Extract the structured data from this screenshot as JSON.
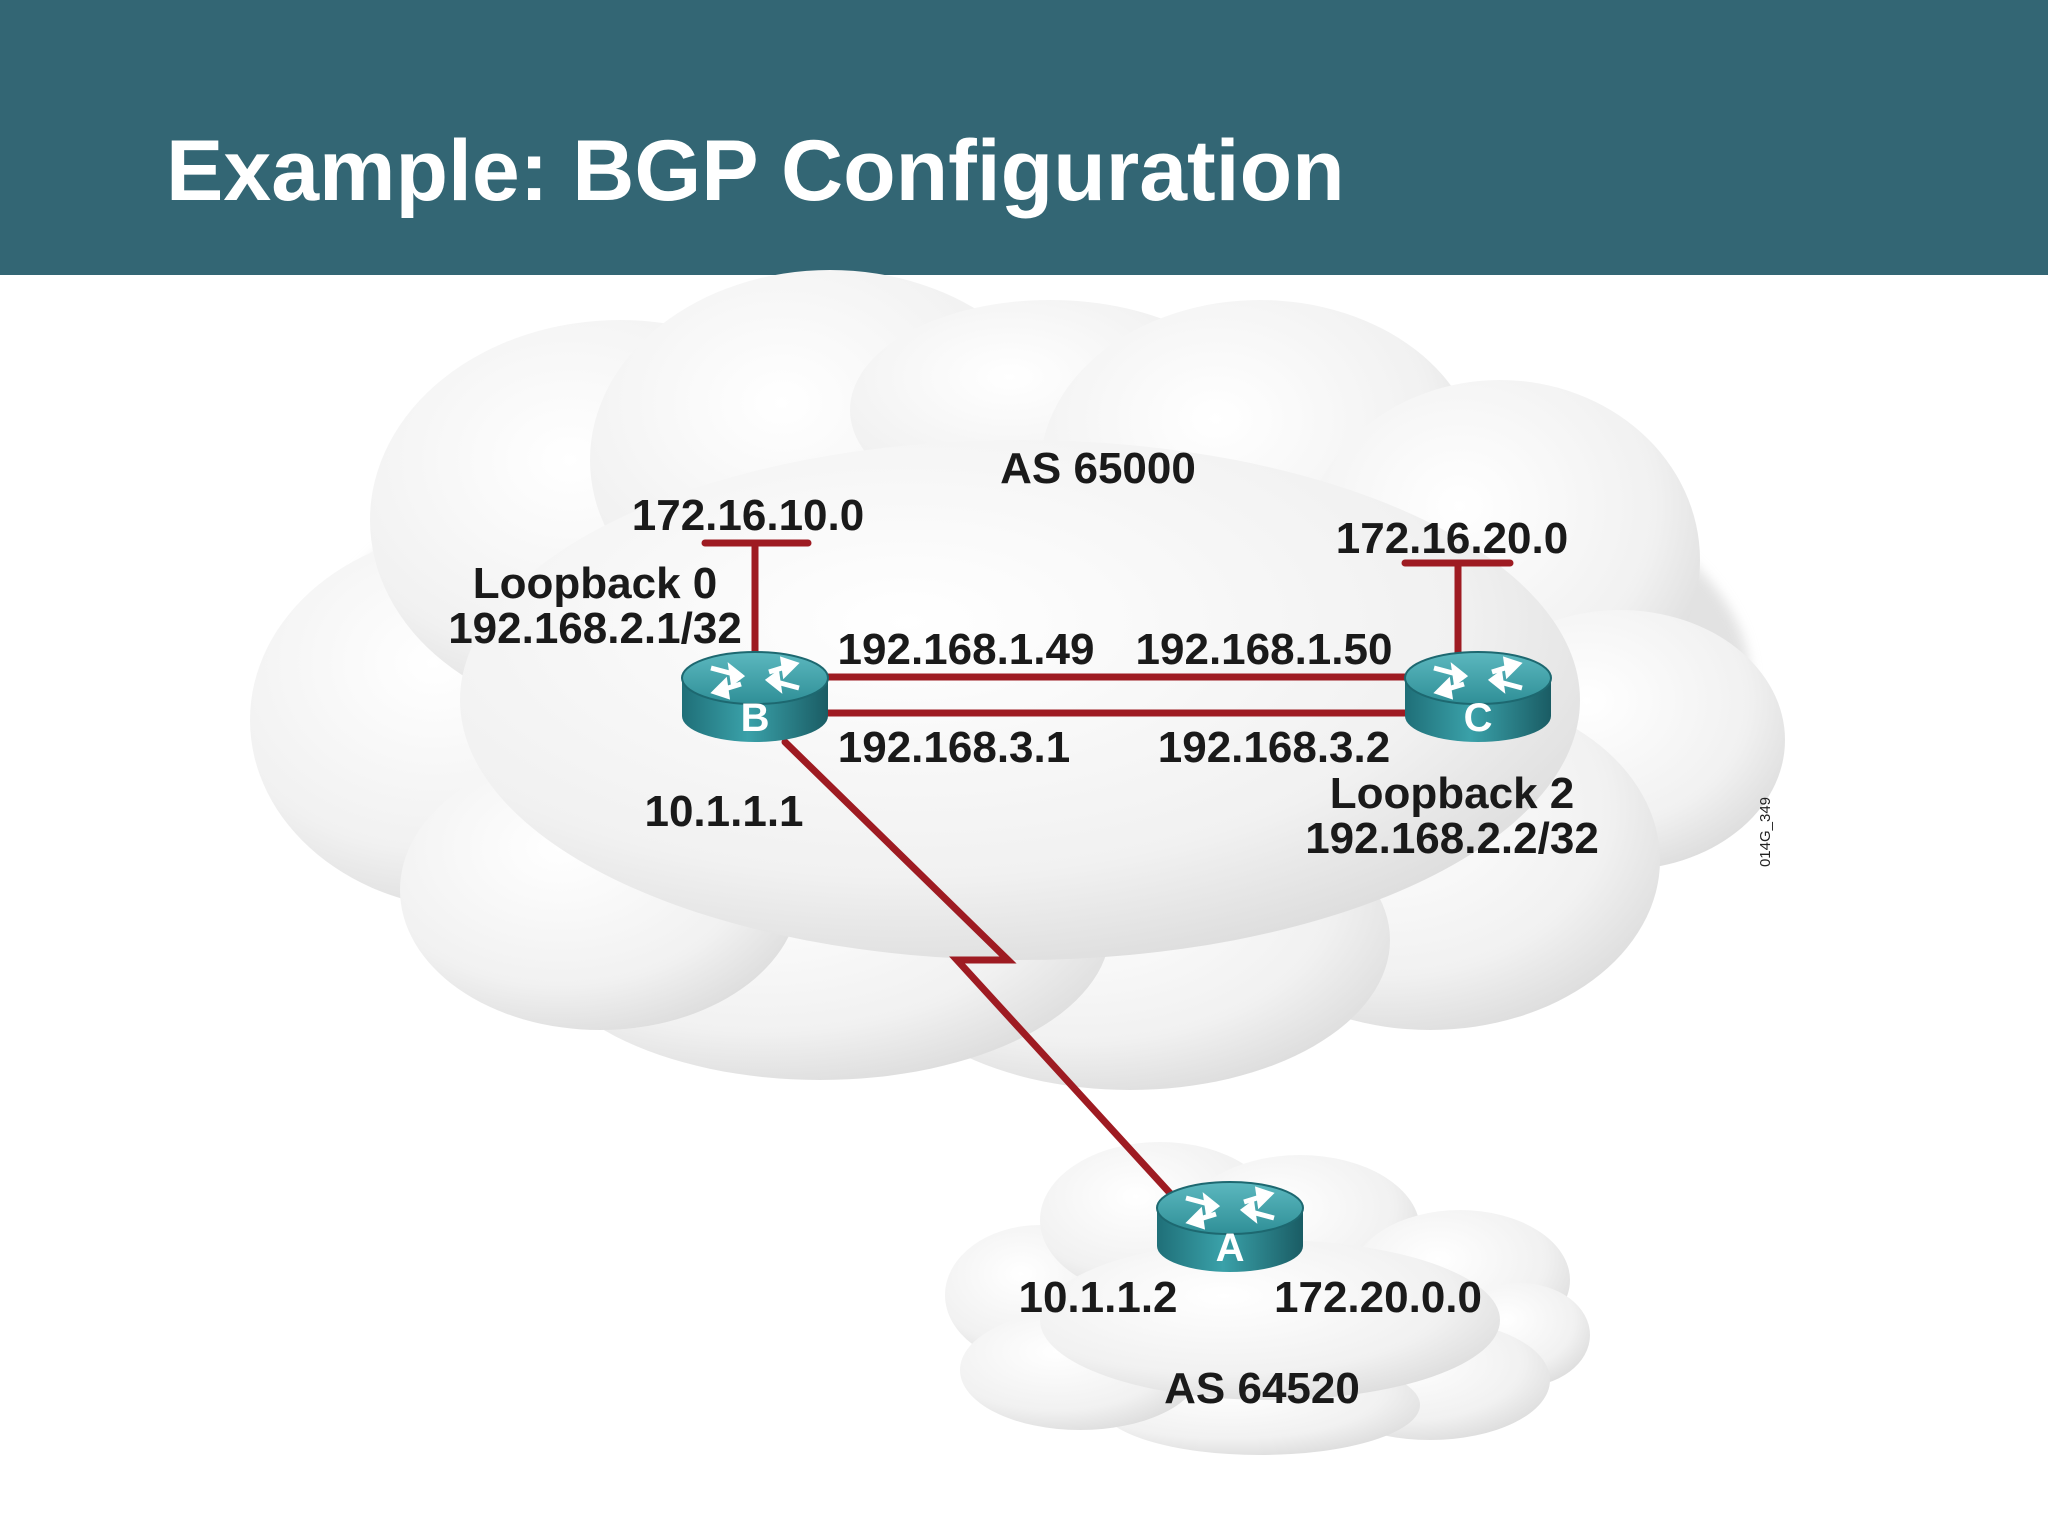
{
  "slide": {
    "title": "Example: BGP Configuration",
    "figure_id": "014G_349"
  },
  "clouds": {
    "main": {
      "label": "AS 65000"
    },
    "small": {
      "label": "AS 64520"
    }
  },
  "routers": {
    "A": {
      "label": "A"
    },
    "B": {
      "label": "B"
    },
    "C": {
      "label": "C"
    }
  },
  "networks": {
    "b_stub": "172.16.10.0",
    "c_stub": "172.16.20.0",
    "a_net": "172.20.0.0"
  },
  "loopbacks": {
    "b": {
      "name": "Loopback 0",
      "address": "192.168.2.1/32"
    },
    "c": {
      "name": "Loopback 2",
      "address": "192.168.2.2/32"
    }
  },
  "interfaces": {
    "b_link1": "192.168.1.49",
    "c_link1": "192.168.1.50",
    "b_link2": "192.168.3.1",
    "c_link2": "192.168.3.2",
    "b_serial": "10.1.1.1",
    "a_serial": "10.1.1.2"
  },
  "colors": {
    "header": "#336674",
    "link": "#9e1b22",
    "router": "#2f8f97",
    "cloud": "#f2f2f2"
  }
}
